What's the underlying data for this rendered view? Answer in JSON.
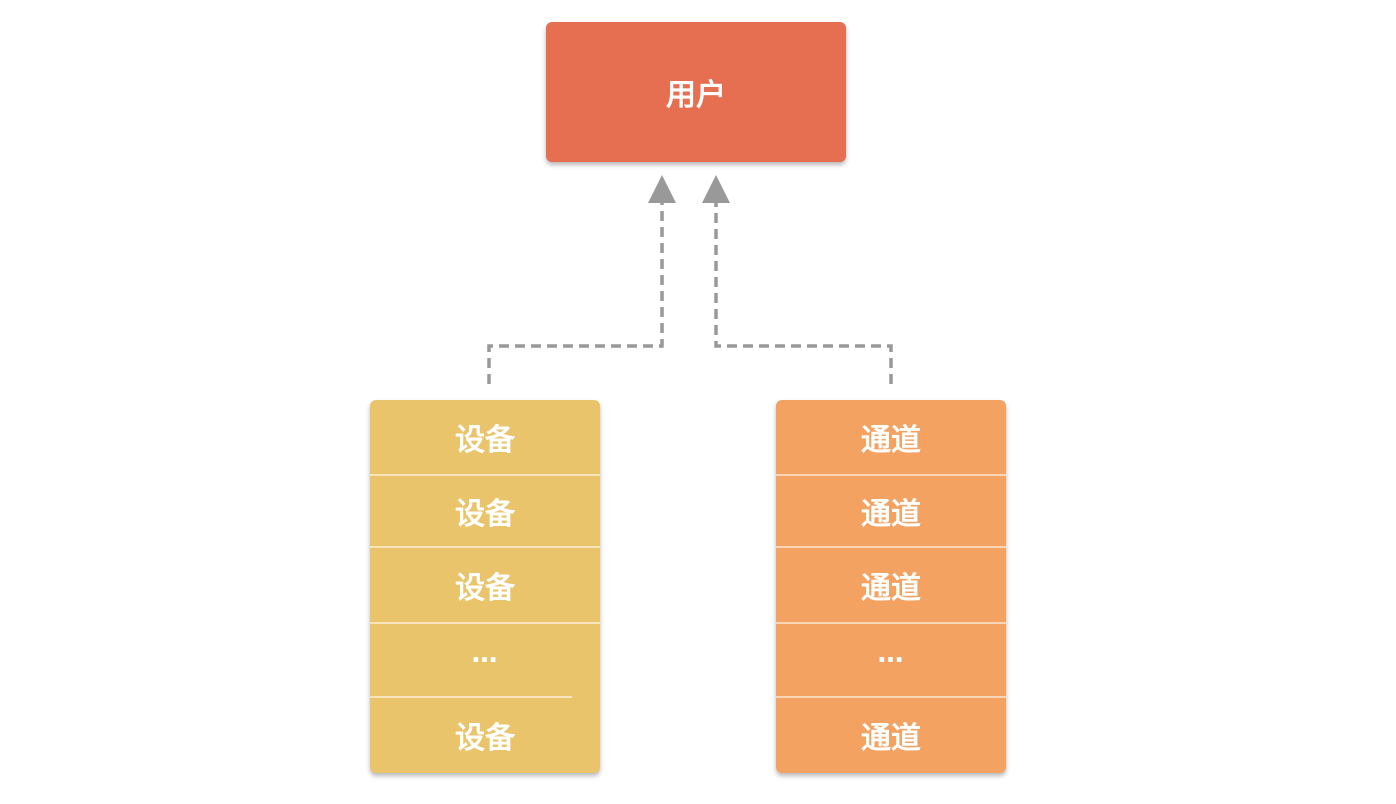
{
  "user": {
    "label": "用户"
  },
  "devices": {
    "items": [
      "设备",
      "设备",
      "设备",
      "…",
      "设备"
    ]
  },
  "channels": {
    "items": [
      "通道",
      "通道",
      "通道",
      "…",
      "通道"
    ]
  },
  "colors": {
    "user": "#e66f51",
    "devices": "#e9c46b",
    "channels": "#f3a261",
    "connector": "#999999"
  }
}
